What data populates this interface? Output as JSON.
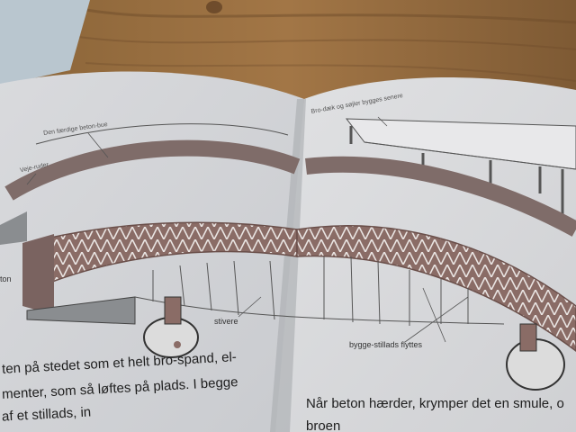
{
  "left_page": {
    "label_top_beam": "Den færdige beton-bue",
    "label_left_beam": "Veje-ruder",
    "label_edge": "ton",
    "label_struts": "stivere",
    "text_lines": [
      "ten på stedet som et helt bro-spand, el-",
      "menter, som så løftes på plads. I begge",
      "af et stillads, in"
    ]
  },
  "right_page": {
    "label_top": "Bro-dæk og søjler bygges senere",
    "label_scaffold": "bygge-stillads flyttes",
    "text_lines": [
      "Når beton hærder, krymper det en smule, o",
      "broen"
    ]
  }
}
